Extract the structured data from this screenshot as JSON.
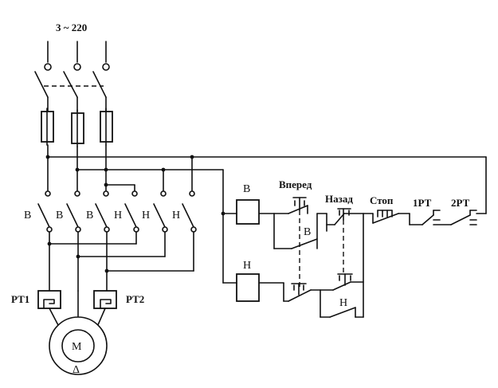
{
  "supply": {
    "label": "3 ~ 220"
  },
  "power_contacts": {
    "forward": [
      "В",
      "В",
      "В"
    ],
    "reverse": [
      "Н",
      "Н",
      "Н"
    ]
  },
  "thermal_relays": {
    "rt1": "РТ1",
    "rt2": "РТ2"
  },
  "motor": {
    "label": "М",
    "connection": "Δ"
  },
  "control": {
    "coil_forward": "В",
    "coil_reverse": "Н",
    "button_forward": "Вперед",
    "button_back": "Назад",
    "button_stop": "Стоп",
    "relay_contact_1": "1РТ",
    "relay_contact_2": "2РТ",
    "holding_contact_forward": "В",
    "holding_contact_reverse": "Н"
  }
}
